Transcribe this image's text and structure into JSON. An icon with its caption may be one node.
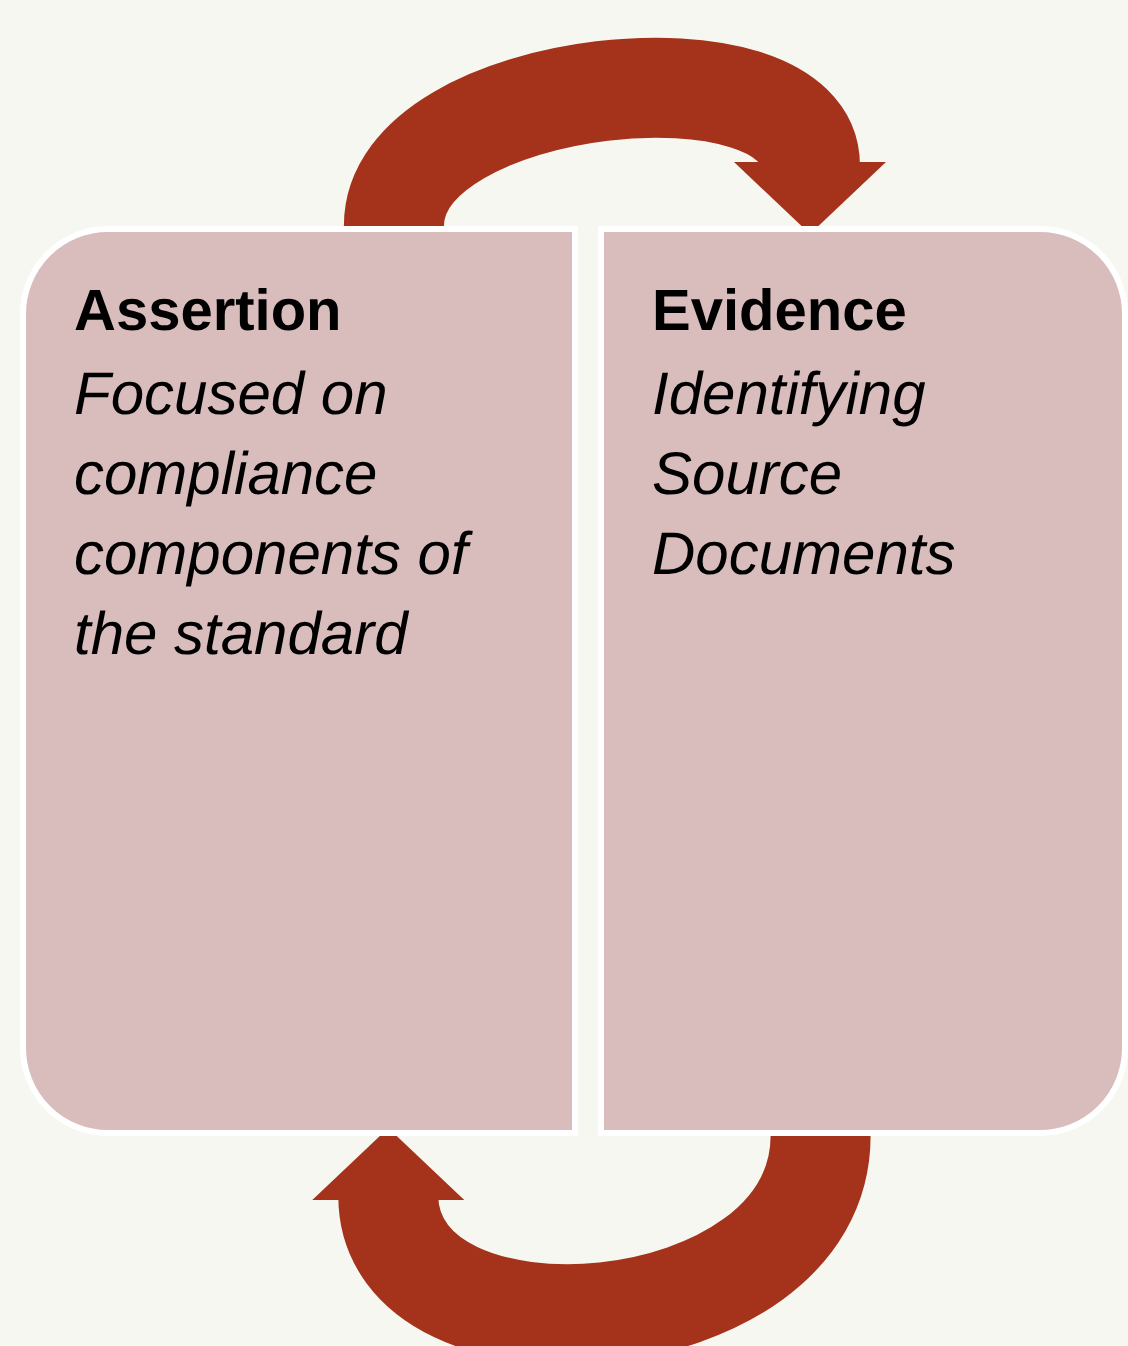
{
  "diagram": {
    "nodes": [
      {
        "text": [
          "Assertion",
          "Focused on compliance components of the standard"
        ]
      },
      {
        "text": [
          "Evidence",
          "Identifying Source Documents"
        ]
      }
    ],
    "edges": [
      {
        "from": 0,
        "to": 1,
        "arrow": "to"
      },
      {
        "from": 1,
        "to": 0,
        "arrow": "to"
      }
    ]
  }
}
